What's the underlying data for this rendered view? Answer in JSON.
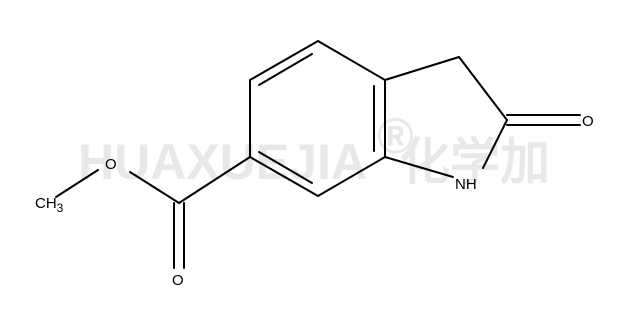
{
  "watermark": {
    "text": "HUAXUEJIA",
    "registered": "®",
    "cn": "化学加"
  },
  "atoms": {
    "ring_oxygen": "O",
    "nh": "NH",
    "ester_oxygen": "O",
    "carbonyl_oxygen": "O",
    "methyl_c": "CH",
    "methyl_sub": "3"
  }
}
